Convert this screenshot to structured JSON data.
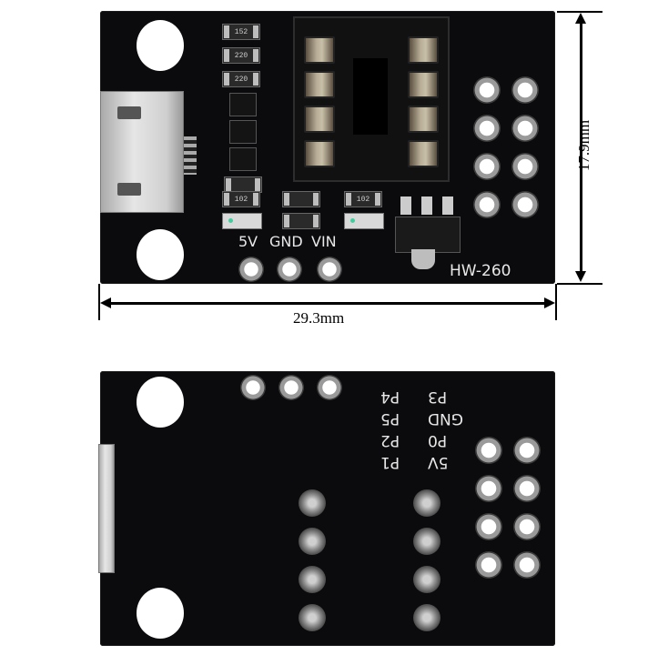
{
  "product": {
    "model_label": "HW-260"
  },
  "top_view": {
    "power_header_labels": [
      "5V",
      "GND",
      "VIN"
    ],
    "resistor_codes": [
      "152",
      "220",
      "220",
      "102",
      "102"
    ],
    "dip_socket_pins": 8,
    "io_pad_count": 8
  },
  "bottom_view": {
    "pin_labels_left_column": [
      "P4",
      "P5",
      "P2",
      "P1"
    ],
    "pin_labels_right_column": [
      "P3",
      "GND",
      "P0",
      "5V"
    ],
    "io_pad_count": 8,
    "power_pad_count": 3,
    "solder_joints": 8
  },
  "dimensions": {
    "width": "29.3mm",
    "height": "17.9mm"
  },
  "colors": {
    "pcb": "#0b0b0d",
    "silkscreen": "#e8e8e8",
    "background": "#ffffff",
    "dimension_lines": "#000000",
    "led_green": "#3fcf9f"
  }
}
